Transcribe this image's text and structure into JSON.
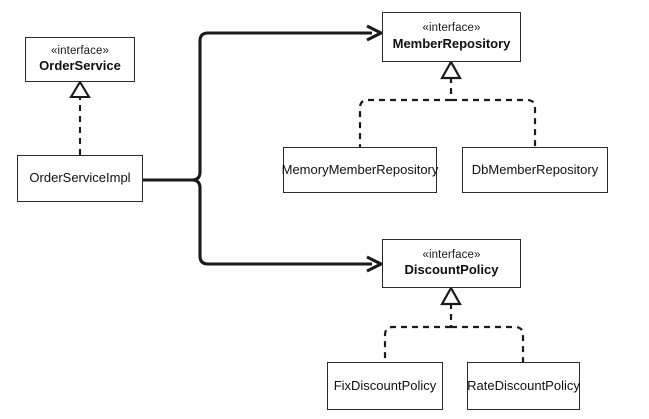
{
  "diagram": {
    "type": "uml-class-diagram",
    "background_color": "#ffffff",
    "line_color": "#1a1a1a",
    "box_border_color": "#2b2b2b",
    "box_fill_color": "#ffffff",
    "stereotype_text": "«interface»",
    "nodes": {
      "order_service": {
        "stereotype": "«interface»",
        "name": "OrderService"
      },
      "order_service_impl": {
        "name": "OrderServiceImpl"
      },
      "member_repository": {
        "stereotype": "«interface»",
        "name": "MemberRepository"
      },
      "memory_member_repository": {
        "name": "MemoryMemberRepository"
      },
      "db_member_repository": {
        "name": "DbMemberRepository"
      },
      "discount_policy": {
        "stereotype": "«interface»",
        "name": "DiscountPolicy"
      },
      "fix_discount_policy": {
        "name": "FixDiscountPolicy"
      },
      "rate_discount_policy": {
        "name": "RateDiscountPolicy"
      }
    },
    "edges": [
      {
        "from": "order_service_impl",
        "to": "order_service",
        "style": "dashed",
        "arrow": "hollow-triangle",
        "kind": "realization"
      },
      {
        "from": "order_service_impl",
        "to": "member_repository",
        "style": "solid",
        "arrow": "open-arrow",
        "kind": "dependency"
      },
      {
        "from": "order_service_impl",
        "to": "discount_policy",
        "style": "solid",
        "arrow": "open-arrow",
        "kind": "dependency"
      },
      {
        "from": "memory_member_repository",
        "to": "member_repository",
        "style": "dashed",
        "arrow": "hollow-triangle",
        "kind": "realization"
      },
      {
        "from": "db_member_repository",
        "to": "member_repository",
        "style": "dashed",
        "arrow": "hollow-triangle",
        "kind": "realization"
      },
      {
        "from": "fix_discount_policy",
        "to": "discount_policy",
        "style": "dashed",
        "arrow": "hollow-triangle",
        "kind": "realization"
      },
      {
        "from": "rate_discount_policy",
        "to": "discount_policy",
        "style": "dashed",
        "arrow": "hollow-triangle",
        "kind": "realization"
      }
    ]
  }
}
